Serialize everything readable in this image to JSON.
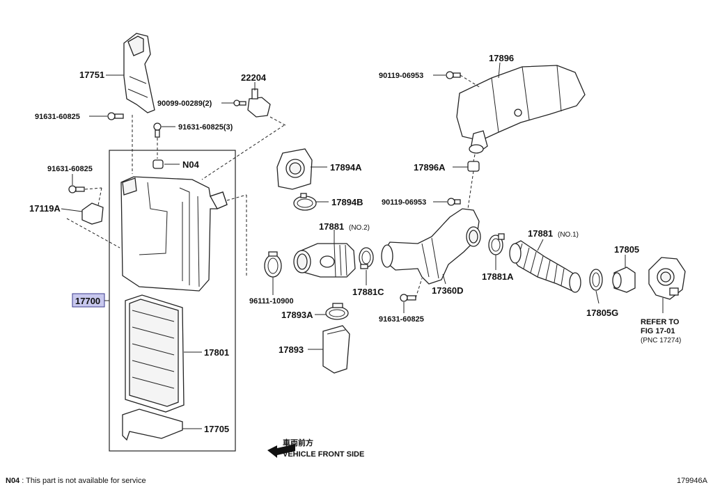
{
  "parts": {
    "p17751": "17751",
    "p91631_a": "91631-60825",
    "p22204": "22204",
    "p90099": "90099-00289(2)",
    "p91631_3": "91631-60825(3)",
    "pN04": "N04",
    "p91631_b": "91631-60825",
    "p17119A": "17119A",
    "p17700": "17700",
    "p17801": "17801",
    "p17705": "17705",
    "p17894A": "17894A",
    "p17894B": "17894B",
    "p17881_no2": "17881",
    "p17881_no2_sub": "(NO.2)",
    "p96111": "96111-10900",
    "p17881C": "17881C",
    "p17893A": "17893A",
    "p17893": "17893",
    "p17896": "17896",
    "p90119_a": "90119-06953",
    "p17896A": "17896A",
    "p90119_b": "90119-06953",
    "p17360D": "17360D",
    "p91631_c": "91631-60825",
    "p17881A": "17881A",
    "p17881_no1": "17881",
    "p17881_no1_sub": "(NO.1)",
    "p17805": "17805",
    "p17805G": "17805G",
    "refer_line1": "REFER TO",
    "refer_line2": "FIG 17-01",
    "refer_line3": "(PNC 17274)"
  },
  "direction": {
    "jp": "車両前方",
    "en": "VEHICLE FRONT SIDE"
  },
  "footer": {
    "note_code": "N04",
    "note_text": " : This part is not available for service",
    "figure_id": "179946A"
  },
  "colors": {
    "highlight": "#c8c8ee",
    "line": "#222222"
  }
}
